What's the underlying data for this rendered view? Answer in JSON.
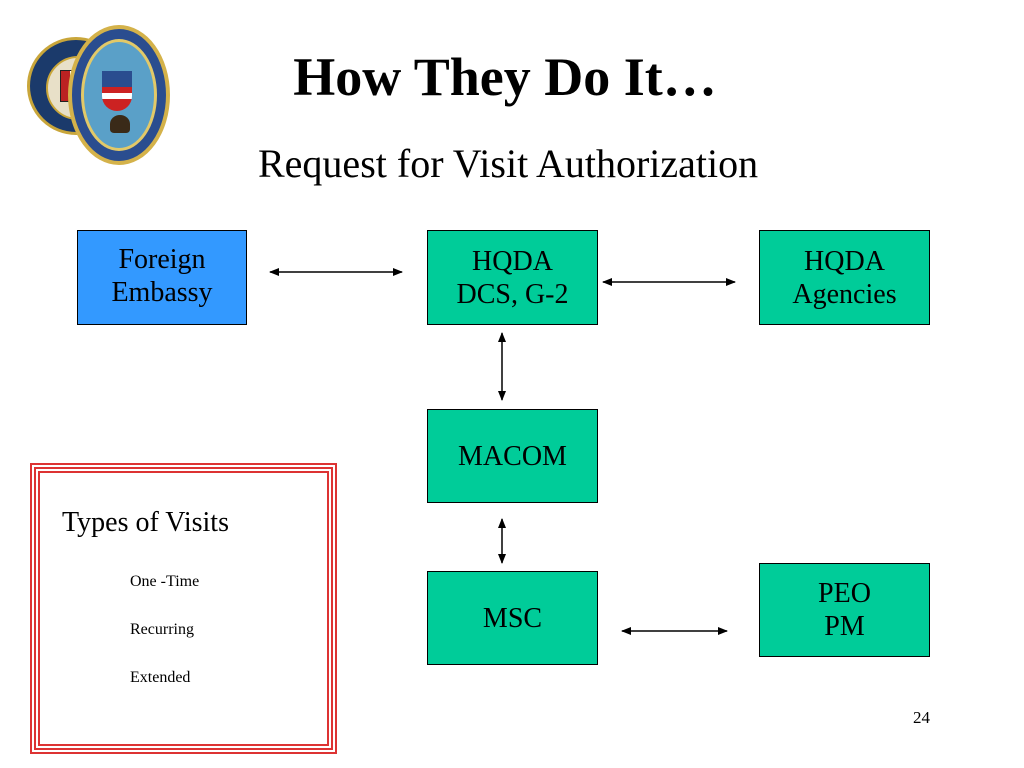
{
  "title": "How They Do It…",
  "subtitle": "Request for Visit Authorization",
  "boxes": {
    "foreign_embassy": "Foreign\nEmbassy",
    "hqda_dcs_g2": "HQDA\nDCS, G-2",
    "hqda_agencies": "HQDA\nAgencies",
    "macom": "MACOM",
    "msc": "MSC",
    "peo_pm": "PEO\nPM"
  },
  "visits_panel": {
    "heading": "Types of Visits",
    "items": [
      "One -Time",
      "Recurring",
      "Extended"
    ]
  },
  "page_number": "24",
  "colors": {
    "teal_box": "#00cc99",
    "blue_box": "#3399ff",
    "frame_red": "#dd3333"
  },
  "logos": [
    "united-states-army-seal",
    "department-of-the-army-seal"
  ]
}
